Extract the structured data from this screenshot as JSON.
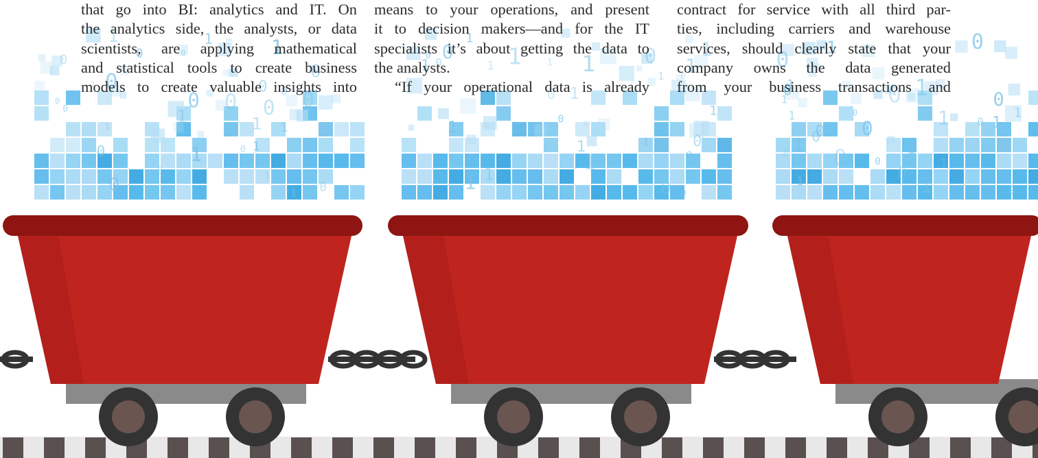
{
  "article": {
    "column1": [
      "that go into BI: analytics and IT. On",
      "the analytics side, the analysts, or data",
      "scientists, are applying mathematical",
      "and statistical tools to create business",
      "models to create valuable insights into"
    ],
    "column2": [
      "means to your operations, and present",
      "it to decision makers—and for the IT",
      "specialists it’s about getting the data to",
      "the analysts.",
      "“If your operational data is already"
    ],
    "column3": [
      "contract for service with all third par-",
      "ties, including carriers and warehouse",
      "services, should clearly state that your",
      "company owns the data generated",
      "from your business transactions and"
    ]
  },
  "illustration": {
    "subject": "mine carts filled with data",
    "carts": 3,
    "colors": {
      "cart_body": "#c0241f",
      "cart_rim": "#8e1512",
      "wheel": "#333333",
      "hub": "#6b5550",
      "axle_plate": "#8a8a8a",
      "chain": "#333333",
      "rail": "#5a5050",
      "data_blue": "#4fb6ea",
      "data_light": "#b5def5"
    },
    "glyphs": [
      "0",
      "1"
    ]
  }
}
